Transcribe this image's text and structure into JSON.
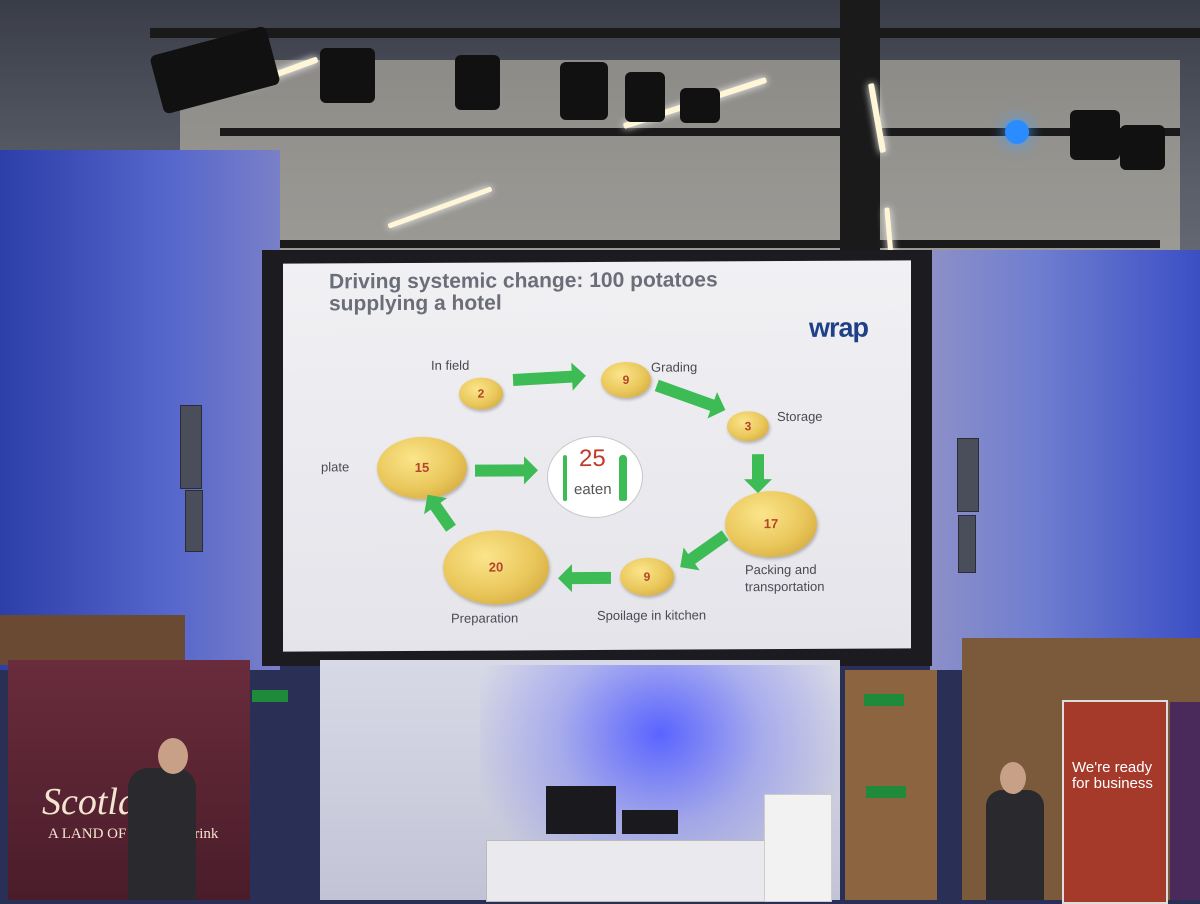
{
  "slide": {
    "title": "Driving systemic change: 100 potatoes supplying a hotel",
    "logo": "wrap",
    "stages": [
      {
        "label": "In field",
        "value": "2"
      },
      {
        "label": "Grading",
        "value": "9"
      },
      {
        "label": "Storage",
        "value": "3"
      },
      {
        "label": "Packing and transportation",
        "value": "17"
      },
      {
        "label": "Spoilage in kitchen",
        "value": "9"
      },
      {
        "label": "Preparation",
        "value": "20"
      },
      {
        "label": "plate",
        "value": "15"
      }
    ],
    "eaten": {
      "value": "25",
      "label": "eaten"
    }
  },
  "banner_left": {
    "text": "Scotland",
    "subtitle": "A LAND OF food and drink"
  },
  "banner_right": {
    "text1": "We're ready for business"
  },
  "colors": {
    "arrow": "#3dbb54",
    "potato": "#e9c65a",
    "number": "#b4442b",
    "logo": "#1f3f87"
  }
}
